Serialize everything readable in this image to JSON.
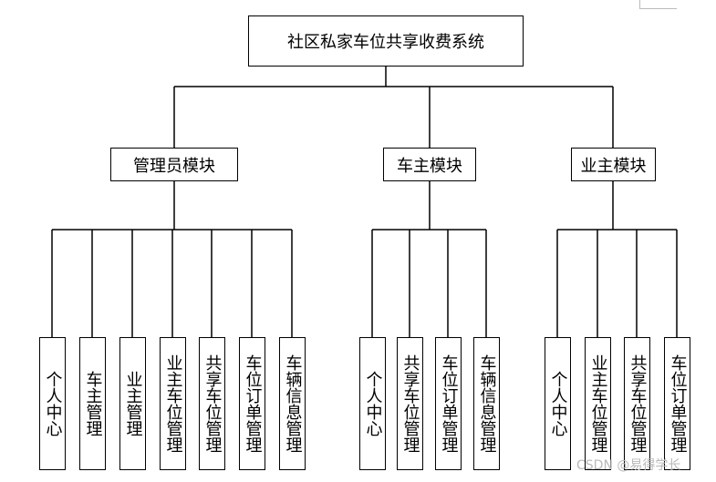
{
  "diagram": {
    "root": "社区私家车位共享收费系统",
    "modules": [
      {
        "label": "管理员模块",
        "children": [
          "个人中心",
          "车主管理",
          "业主管理",
          "业主车位管理",
          "共享车位管理",
          "车位订单管理",
          "车辆信息管理"
        ]
      },
      {
        "label": "车主模块",
        "children": [
          "个人中心",
          "共享车位管理",
          "车位订单管理",
          "车辆信息管理"
        ]
      },
      {
        "label": "业主模块",
        "children": [
          "个人中心",
          "业主车位管理",
          "共享车位管理",
          "车位订单管理"
        ]
      }
    ]
  },
  "watermark": "CSDN @易得学长"
}
